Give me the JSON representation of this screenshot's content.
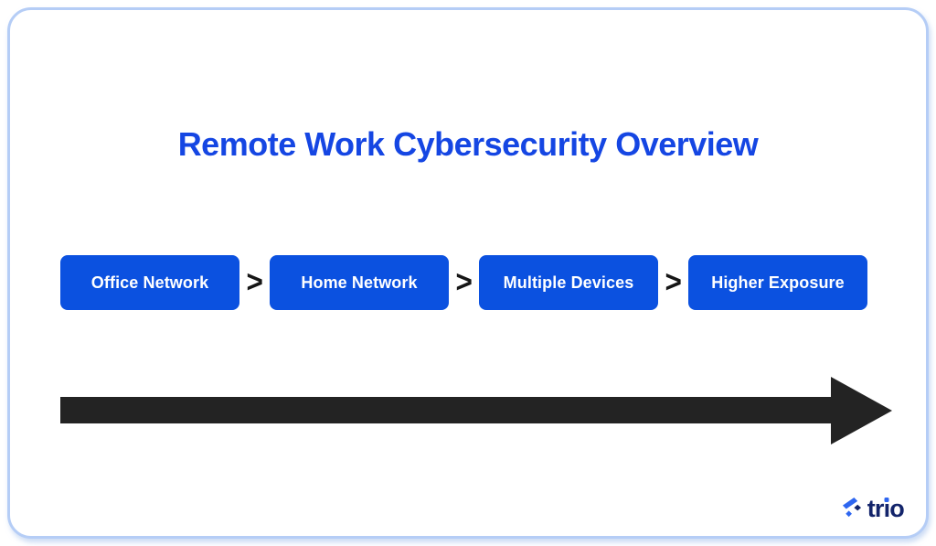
{
  "title": "Remote Work Cybersecurity Overview",
  "flow": {
    "separator": ">",
    "steps": [
      {
        "label": "Office Network"
      },
      {
        "label": "Home Network"
      },
      {
        "label": "Multiple Devices"
      },
      {
        "label": "Higher Exposure"
      }
    ]
  },
  "branding": {
    "logo_text": "trio",
    "logo_text_pre": "tr",
    "logo_text_i": "ı",
    "logo_text_post": "o"
  },
  "colors": {
    "title_blue": "#1546e3",
    "box_blue": "#0b51e0",
    "arrow_black": "#232323",
    "card_border": "#b5cdf6",
    "logo_navy": "#13246b",
    "logo_blue": "#2e66f0"
  }
}
